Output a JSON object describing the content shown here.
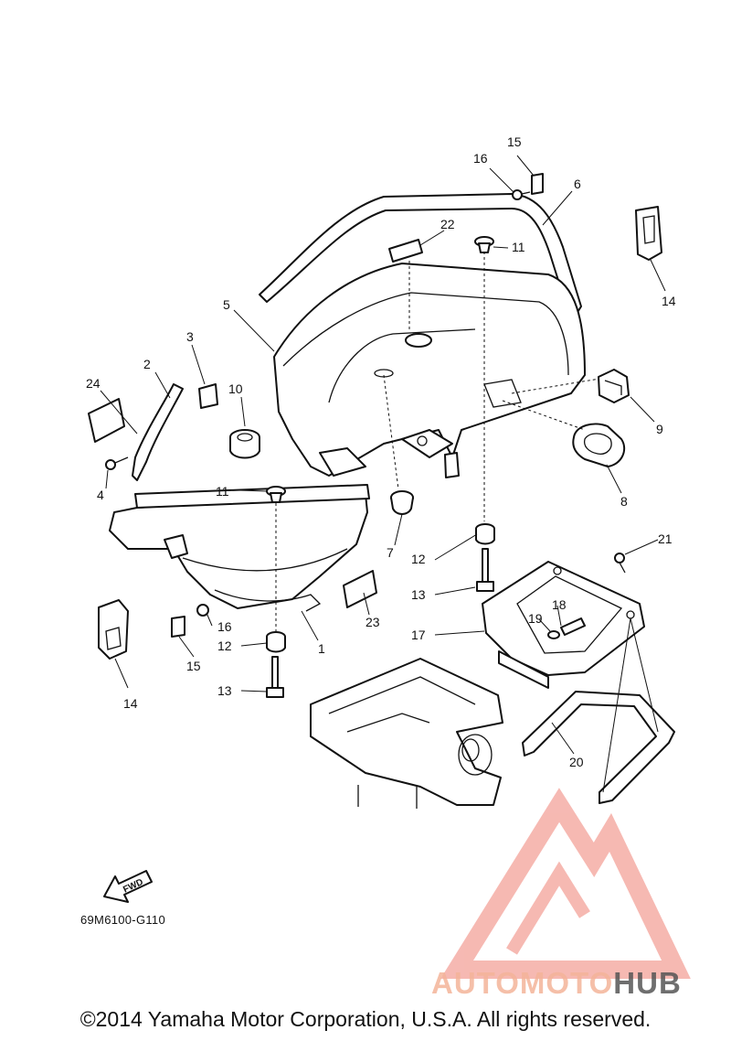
{
  "diagram": {
    "code": "69M6100-G110",
    "copyright": "©2014 Yamaha Motor Corporation, U.S.A. All rights reserved.",
    "fwd_label": "FWD"
  },
  "callouts": [
    {
      "id": "c1",
      "text": "1"
    },
    {
      "id": "c2",
      "text": "2"
    },
    {
      "id": "c3",
      "text": "3"
    },
    {
      "id": "c4",
      "text": "4"
    },
    {
      "id": "c5",
      "text": "5"
    },
    {
      "id": "c6",
      "text": "6"
    },
    {
      "id": "c7",
      "text": "7"
    },
    {
      "id": "c8",
      "text": "8"
    },
    {
      "id": "c9",
      "text": "9"
    },
    {
      "id": "c10",
      "text": "10"
    },
    {
      "id": "c11a",
      "text": "11"
    },
    {
      "id": "c11b",
      "text": "11"
    },
    {
      "id": "c12a",
      "text": "12"
    },
    {
      "id": "c12b",
      "text": "12"
    },
    {
      "id": "c13a",
      "text": "13"
    },
    {
      "id": "c13b",
      "text": "13"
    },
    {
      "id": "c14a",
      "text": "14"
    },
    {
      "id": "c14b",
      "text": "14"
    },
    {
      "id": "c15a",
      "text": "15"
    },
    {
      "id": "c15b",
      "text": "15"
    },
    {
      "id": "c16a",
      "text": "16"
    },
    {
      "id": "c16b",
      "text": "16"
    },
    {
      "id": "c17",
      "text": "17"
    },
    {
      "id": "c18",
      "text": "18"
    },
    {
      "id": "c19",
      "text": "19"
    },
    {
      "id": "c20",
      "text": "20"
    },
    {
      "id": "c21",
      "text": "21"
    },
    {
      "id": "c22",
      "text": "22"
    },
    {
      "id": "c23",
      "text": "23"
    },
    {
      "id": "c24",
      "text": "24"
    }
  ],
  "watermark": {
    "part1": "AUTOMOTO",
    "part2": "HUB",
    "color_primary": "#f4a8a0",
    "color_secondary": "#f7cf9a",
    "color_hub": "#555555"
  }
}
